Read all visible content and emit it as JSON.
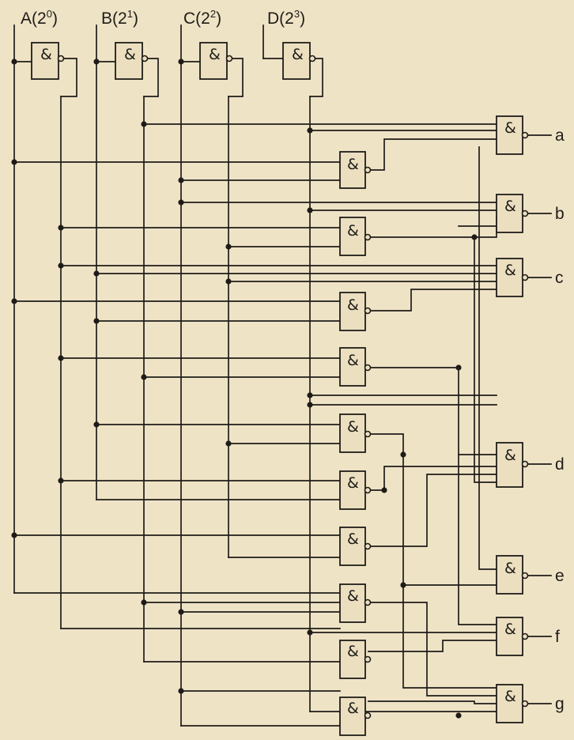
{
  "inputs": [
    {
      "letter": "A",
      "base": "2",
      "exp": "0"
    },
    {
      "letter": "B",
      "base": "2",
      "exp": "1"
    },
    {
      "letter": "C",
      "base": "2",
      "exp": "2"
    },
    {
      "letter": "D",
      "base": "2",
      "exp": "3"
    }
  ],
  "gate_symbol": "&",
  "outputs": [
    "a",
    "b",
    "c",
    "d",
    "e",
    "f",
    "g"
  ]
}
